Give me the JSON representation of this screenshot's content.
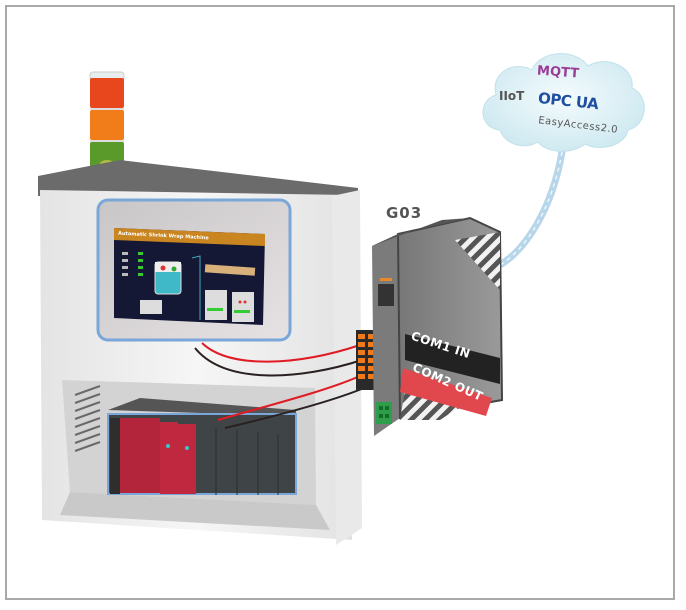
{
  "diagram": {
    "device_label": "G03",
    "port_labels": {
      "com1": "COM1 IN",
      "com2": "COM2 OUT"
    },
    "cloud": {
      "items": [
        "MQTT",
        "IIoT",
        "OPC UA",
        "EasyAccess2.0"
      ]
    },
    "hmi_screen_title": "Automatic Shrink Wrap Machine",
    "components": [
      "Signal tower light",
      "Control cabinet",
      "HMI touch panel",
      "PLC rack",
      "G03 gateway",
      "Cloud"
    ],
    "colors": {
      "frame": "#a9a9a9",
      "cabinet": "#f0f0f0",
      "cabinet_top": "#6b6b6b",
      "tower_red": "#e8461c",
      "tower_orange": "#f07d1a",
      "tower_green": "#5a9a2a",
      "plc_red": "#b3253a",
      "plc_gray": "#3f4446",
      "wire_red": "#e01b24",
      "wire_black": "#2a2020",
      "gateway_body": "#8a8a8a",
      "com2_tag": "#e0484d",
      "cloud": "#d6eef4",
      "cloud_link": "#b8d6ea",
      "mqtt": "#9a3d95",
      "opcua": "#1f4fa0"
    }
  }
}
